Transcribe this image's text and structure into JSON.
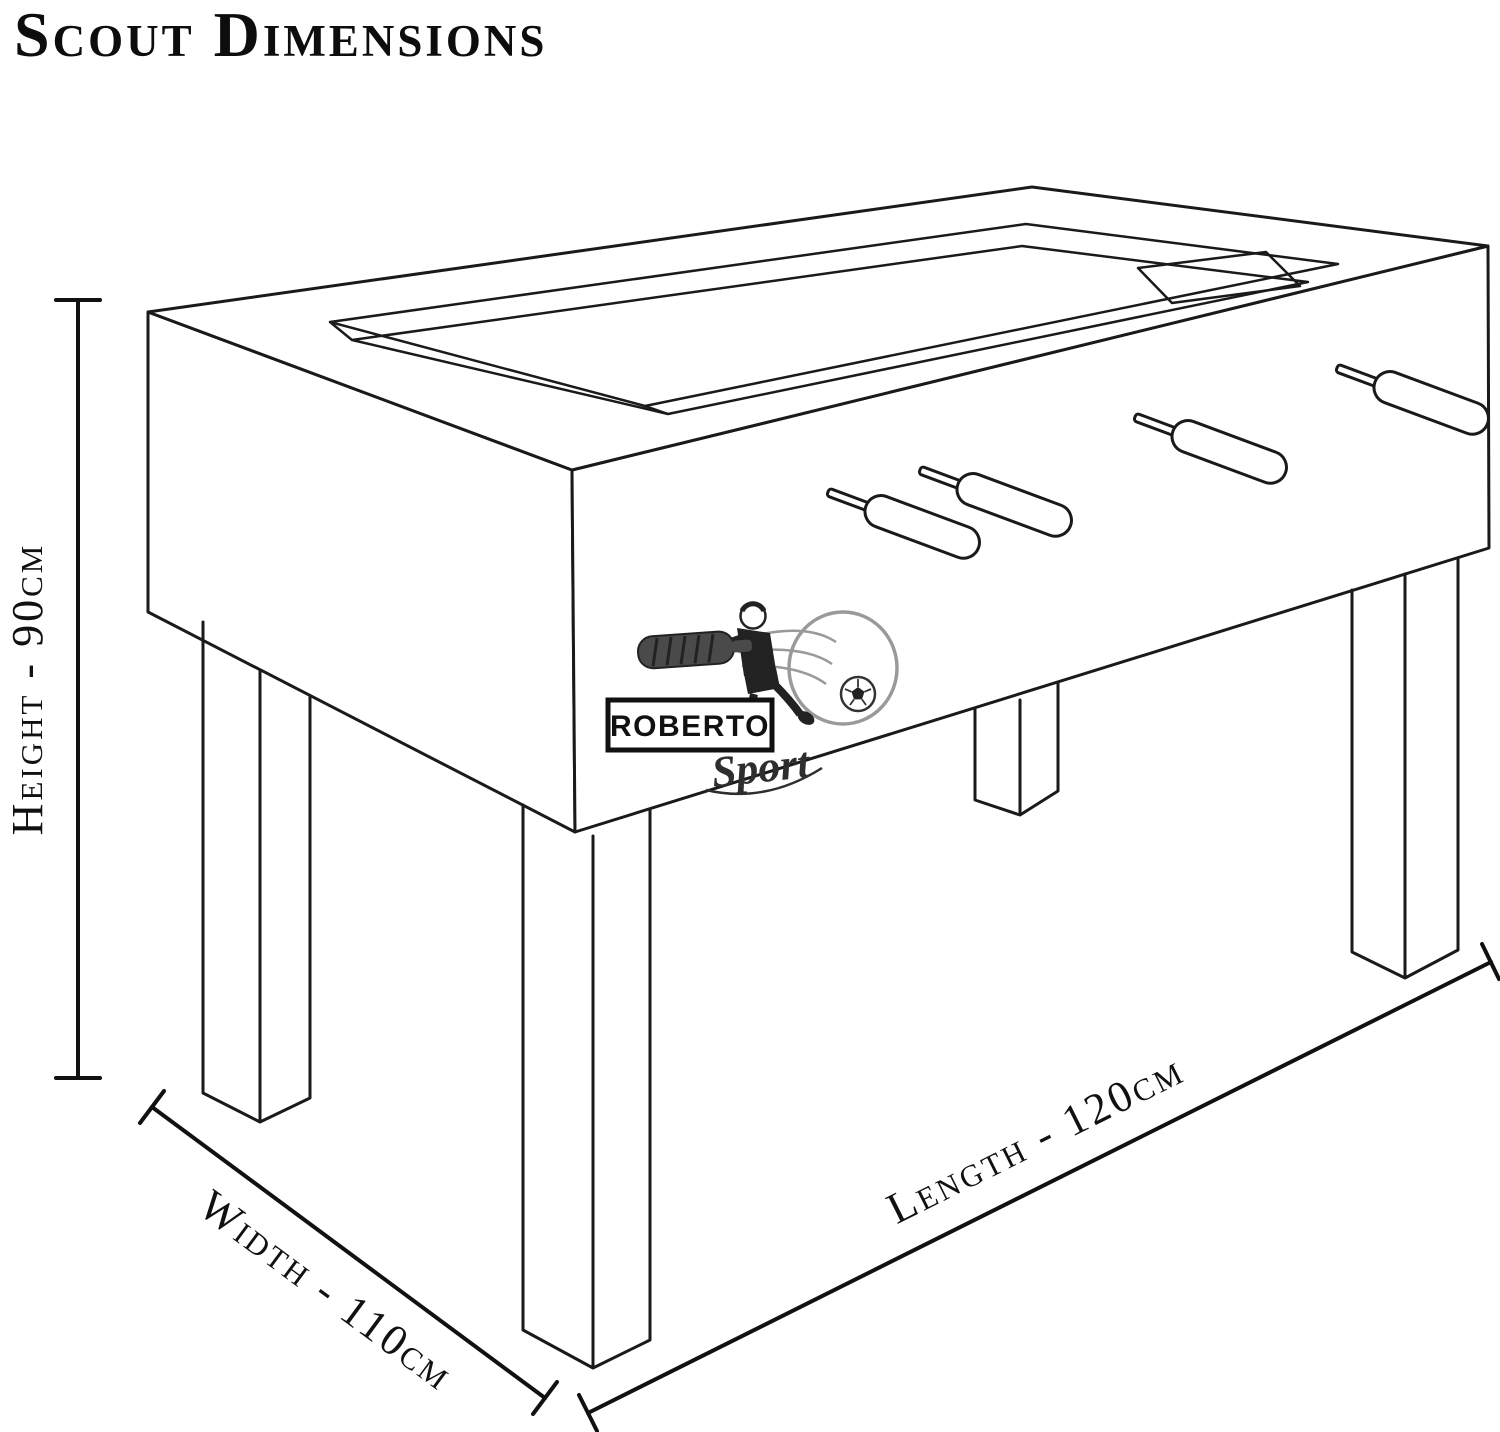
{
  "title": "Scout Dimensions",
  "dimensions": {
    "height": "Height - 90cm",
    "width": "Width - 110cm",
    "length": "Length - 120cm"
  },
  "logo": {
    "brand": "ROBERTO",
    "subbrand": "Sport"
  },
  "colors": {
    "line": "#1a1a1a",
    "dimension_text": "#111111",
    "logo_gray": "#9a9a9a",
    "background": "#ffffff"
  }
}
